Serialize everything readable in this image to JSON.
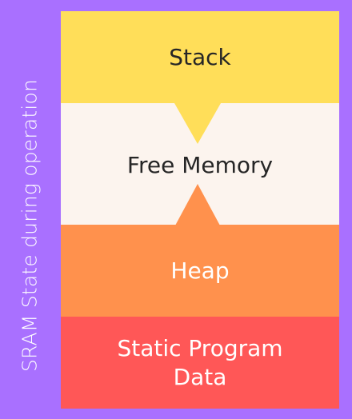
{
  "side_label": "SRAM State during operation",
  "segments": {
    "stack": "Stack",
    "free": "Free Memory",
    "heap": "Heap",
    "static": "Static Program Data"
  },
  "colors": {
    "background": "#a970ff",
    "stack": "#ffde59",
    "free": "#fcf4ee",
    "heap": "#ff914d",
    "static": "#ff5757"
  },
  "icons": {
    "stack_growth": "arrow-down-icon",
    "heap_growth": "arrow-up-icon"
  }
}
